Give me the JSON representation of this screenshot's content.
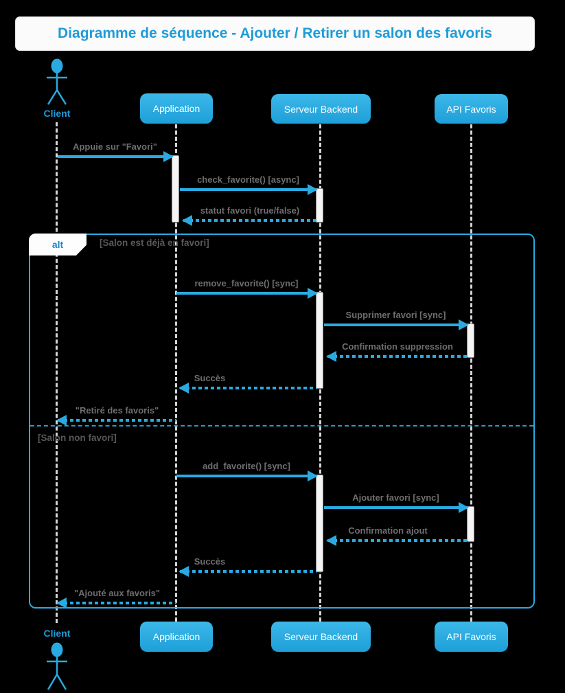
{
  "title": "Diagramme de séquence - Ajouter / Retirer un salon des favoris",
  "participants": {
    "client": "Client",
    "application": "Application",
    "serveur": "Serveur Backend",
    "api": "API Favoris"
  },
  "frame": {
    "operator": "alt",
    "guard_if": "[Salon est déjà en favori]",
    "guard_else": "[Salon non favori]"
  },
  "messages": [
    {
      "label": "Appuie sur \"Favori\"",
      "from": "client",
      "to": "application",
      "style": "solid"
    },
    {
      "label": "check_favorite() [async]",
      "from": "application",
      "to": "serveur",
      "style": "solid"
    },
    {
      "label": "statut favori (true/false)",
      "from": "serveur",
      "to": "application",
      "style": "return"
    },
    {
      "label": "remove_favorite() [sync]",
      "from": "application",
      "to": "serveur",
      "style": "solid"
    },
    {
      "label": "Supprimer favori [sync]",
      "from": "serveur",
      "to": "api",
      "style": "solid"
    },
    {
      "label": "Confirmation suppression",
      "from": "api",
      "to": "serveur",
      "style": "return"
    },
    {
      "label": "Succès",
      "from": "serveur",
      "to": "application",
      "style": "return"
    },
    {
      "label": "\"Retiré des favoris\"",
      "from": "application",
      "to": "client",
      "style": "return"
    },
    {
      "label": "add_favorite() [sync]",
      "from": "application",
      "to": "serveur",
      "style": "solid"
    },
    {
      "label": "Ajouter favori [sync]",
      "from": "serveur",
      "to": "api",
      "style": "solid"
    },
    {
      "label": "Confirmation ajout",
      "from": "api",
      "to": "serveur",
      "style": "return"
    },
    {
      "label": "Succès",
      "from": "serveur",
      "to": "application",
      "style": "return"
    },
    {
      "label": "\"Ajouté aux favoris\"",
      "from": "application",
      "to": "client",
      "style": "return"
    }
  ],
  "colors": {
    "accent": "#29ABE2",
    "background": "#000000",
    "title_color": "#1E9BD8",
    "message_text": "#6E6E6E",
    "guard_text": "#585858",
    "lifeline": "#D4D4D4",
    "activation_fill": "#F5F5F5",
    "activation_border": "#8A8A8A",
    "box_text": "#FFFFFF"
  }
}
